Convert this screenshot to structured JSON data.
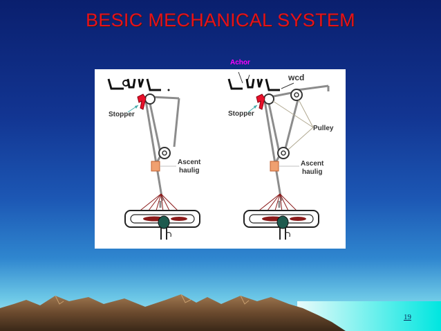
{
  "slide": {
    "title": "BESIC MECHANICAL SYSTEM",
    "page_number": "19"
  },
  "figure": {
    "left_panel": {
      "stopper_label": "Stopper",
      "ascent_label_line1": "Ascent",
      "ascent_label_line2": "haulig"
    },
    "right_panel": {
      "anchor_label": "Achor",
      "wcd_label": "wcd",
      "stopper_label": "Stopper",
      "pulley_label": "Pulley",
      "ascent_label_line1": "Ascent",
      "ascent_label_line2": "haulig"
    },
    "colors": {
      "anchor_label": "#ff00ff",
      "stopper": "#e8102a",
      "ascent_device": "#f0a070",
      "tie_lines": "#8a1a1a"
    }
  }
}
